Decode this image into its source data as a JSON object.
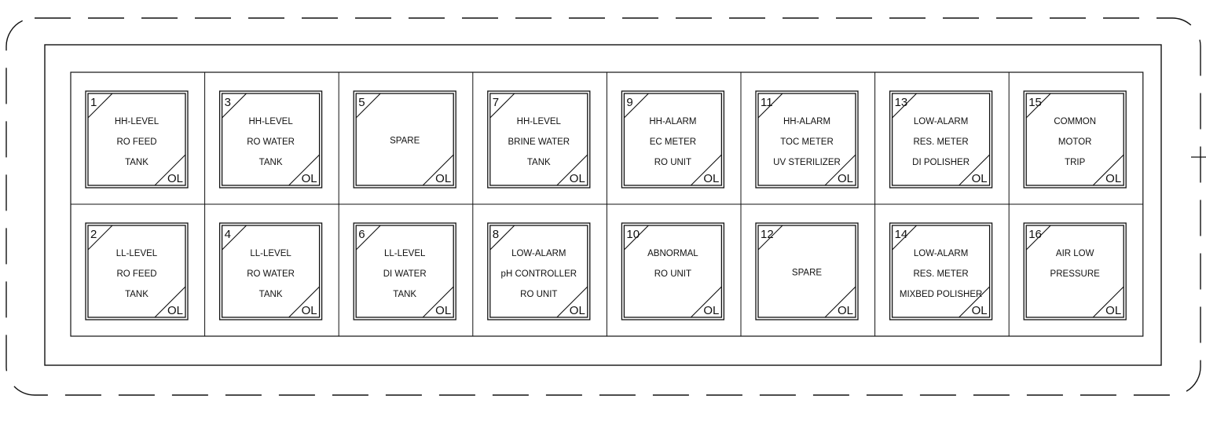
{
  "annunciator": {
    "ol_label": "OL",
    "windows": [
      {
        "num": "1",
        "lines": [
          "HH-LEVEL",
          "RO FEED",
          "TANK"
        ]
      },
      {
        "num": "2",
        "lines": [
          "LL-LEVEL",
          "RO FEED",
          "TANK"
        ]
      },
      {
        "num": "3",
        "lines": [
          "HH-LEVEL",
          "RO WATER",
          "TANK"
        ]
      },
      {
        "num": "4",
        "lines": [
          "LL-LEVEL",
          "RO WATER",
          "TANK"
        ]
      },
      {
        "num": "5",
        "lines": [
          "SPARE"
        ]
      },
      {
        "num": "6",
        "lines": [
          "LL-LEVEL",
          "DI WATER",
          "TANK"
        ]
      },
      {
        "num": "7",
        "lines": [
          "HH-LEVEL",
          "BRINE WATER",
          "TANK"
        ]
      },
      {
        "num": "8",
        "lines": [
          "LOW-ALARM",
          "pH CONTROLLER",
          "RO UNIT"
        ]
      },
      {
        "num": "9",
        "lines": [
          "HH-ALARM",
          "EC METER",
          "RO UNIT"
        ]
      },
      {
        "num": "10",
        "lines": [
          "ABNORMAL",
          "RO UNIT"
        ]
      },
      {
        "num": "11",
        "lines": [
          "HH-ALARM",
          "TOC METER",
          "UV STERILIZER"
        ]
      },
      {
        "num": "12",
        "lines": [
          "SPARE"
        ]
      },
      {
        "num": "13",
        "lines": [
          "LOW-ALARM",
          "RES. METER",
          "DI POLISHER"
        ]
      },
      {
        "num": "14",
        "lines": [
          "LOW-ALARM",
          "RES. METER",
          "MIXBED POLISHER"
        ]
      },
      {
        "num": "15",
        "lines": [
          "COMMON",
          "MOTOR",
          "TRIP"
        ]
      },
      {
        "num": "16",
        "lines": [
          "AIR LOW",
          "PRESSURE"
        ]
      }
    ]
  }
}
